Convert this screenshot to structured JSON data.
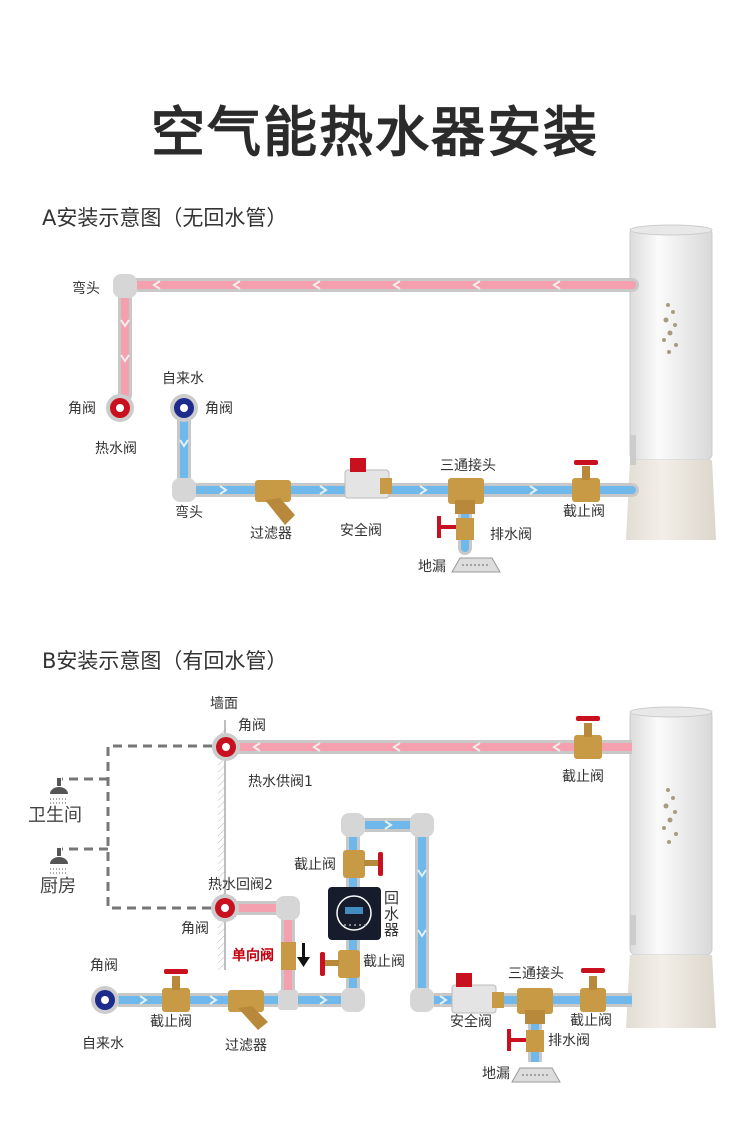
{
  "title": "空气能热水器安装",
  "section_a": {
    "heading": "A安装示意图（无回水管）",
    "labels": {
      "elbow_top": "弯头",
      "angle_valve_hot": "角阀",
      "hot_valve": "热水阀",
      "tap_water": "自来水",
      "angle_valve_cold": "角阀",
      "elbow_bottom": "弯头",
      "filter": "过滤器",
      "safety_valve": "安全阀",
      "tee": "三通接头",
      "drain_valve": "排水阀",
      "floor_drain": "地漏",
      "stop_valve": "截止阀"
    }
  },
  "section_b": {
    "heading": "B安装示意图（有回水管）",
    "labels": {
      "wall": "墙面",
      "angle_valve_top": "角阀",
      "hot_supply_valve": "热水供阀1",
      "stop_valve_top": "截止阀",
      "bathroom": "卫生间",
      "kitchen": "厨房",
      "hot_return_valve": "热水回阀2",
      "angle_valve_return": "角阀",
      "check_valve": "单向阀",
      "angle_valve_inlet": "角阀",
      "stop_valve_inlet": "截止阀",
      "tap_water": "自来水",
      "filter": "过滤器",
      "stop_valve_pump_top": "截止阀",
      "recirculator": "回水器",
      "stop_valve_pump_bottom": "截止阀",
      "tee": "三通接头",
      "safety_valve": "安全阀",
      "stop_valve_tank": "截止阀",
      "drain_valve": "排水阀",
      "floor_drain": "地漏"
    }
  },
  "colors": {
    "hot": "#f4a0ae",
    "cold": "#6fb8ec",
    "brass": "#c99a45",
    "valve_red": "#c8101e",
    "valve_blue": "#1c2b8c"
  }
}
